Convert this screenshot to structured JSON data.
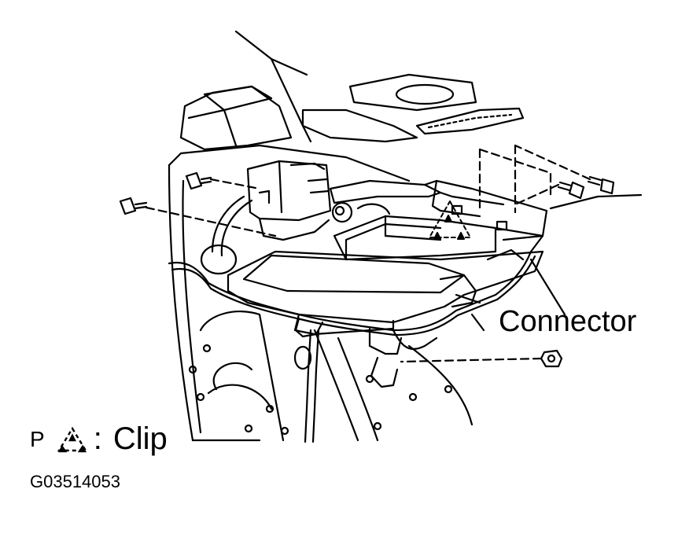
{
  "diagram": {
    "labels": {
      "connector": "Connector",
      "legend_prefix": "P",
      "legend_colon": ":",
      "legend_text": "Clip",
      "figure_id": "G03514053"
    },
    "colors": {
      "ink": "#000000",
      "paper": "#ffffff"
    },
    "icons": {
      "clip": "dashed-triangle-clip-icon"
    }
  }
}
